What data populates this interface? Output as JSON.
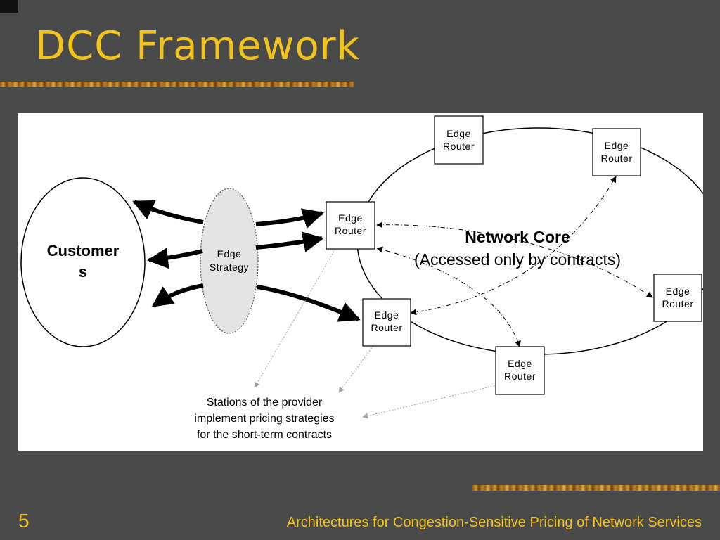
{
  "slide": {
    "title": "DCC Framework",
    "number": "5",
    "footer": "Architectures for Congestion-Sensitive Pricing of Network Services"
  },
  "diagram": {
    "customers_label_line1": "Customer",
    "customers_label_line2": "s",
    "edge_strategy_line1": "Edge",
    "edge_strategy_line2": "Strategy",
    "network_core_title": "Network Core",
    "network_core_subtitle": "(Accessed only by contracts)",
    "router_line1": "Edge",
    "router_line2": "Router",
    "note_line1": "Stations of the provider",
    "note_line2": "implement pricing strategies",
    "note_line3": "for the short-term contracts"
  },
  "colors": {
    "background": "#4a4a4a",
    "title": "#f2c31b",
    "accent_stripe": "#b88624",
    "edge_strategy_fill": "#e3e3e3"
  }
}
